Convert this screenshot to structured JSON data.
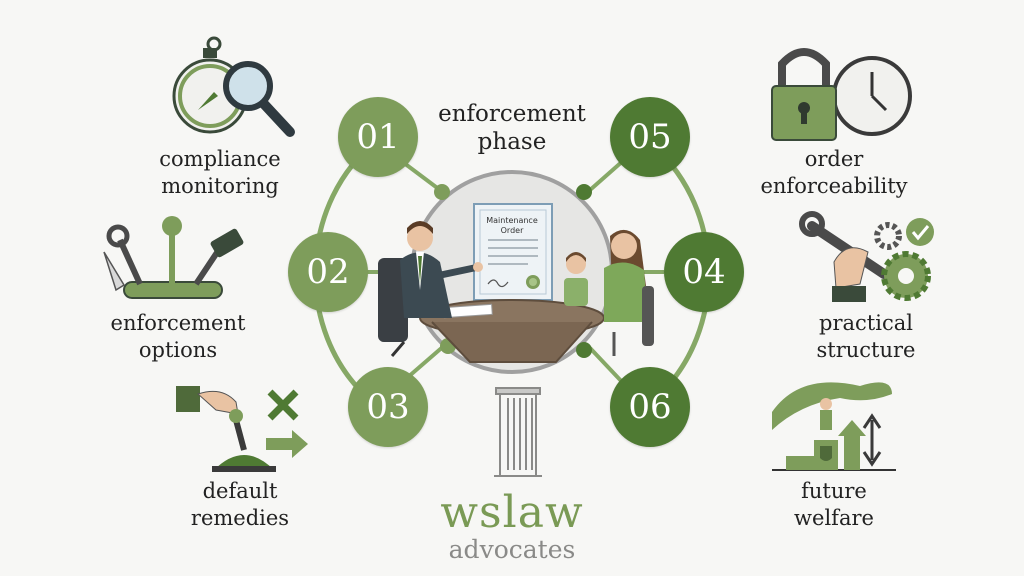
{
  "center": {
    "phase_label_line1": "enforcement",
    "phase_label_line2": "phase",
    "document_title_line1": "Maintenance",
    "document_title_line2": "Order"
  },
  "steps": [
    {
      "number": "01",
      "label_line1": "compliance",
      "label_line2": "monitoring",
      "icon": "stopwatch-magnifier-icon"
    },
    {
      "number": "02",
      "label_line1": "enforcement",
      "label_line2": "options",
      "icon": "multi-tool-icon"
    },
    {
      "number": "03",
      "label_line1": "default",
      "label_line2": "remedies",
      "icon": "lever-switch-icon"
    },
    {
      "number": "04",
      "label_line1": "practical",
      "label_line2": "structure",
      "icon": "wrench-gears-icon"
    },
    {
      "number": "05",
      "label_line1": "order",
      "label_line2": "enforceability",
      "icon": "padlock-clock-icon"
    },
    {
      "number": "06",
      "label_line1": "future",
      "label_line2": "welfare",
      "icon": "tree-growth-icon"
    }
  ],
  "brand": {
    "name": "wslaw",
    "subtitle": "advocates"
  },
  "colors": {
    "light_green": "#7e9d5b",
    "dark_green": "#4f7a33",
    "ring_line": "#86a866",
    "brand_main": "#7a9a55",
    "brand_sub": "#8a8a88",
    "table_brown": "#8a7560"
  }
}
